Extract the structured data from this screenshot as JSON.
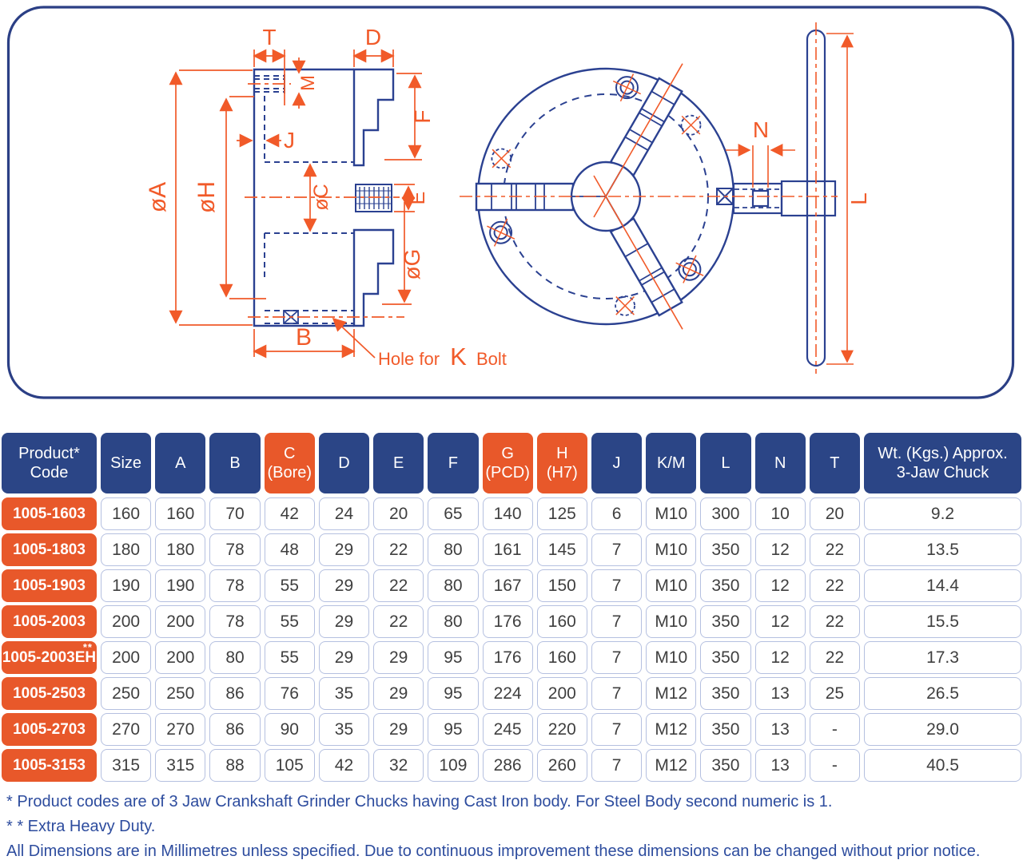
{
  "drawing": {
    "dim_labels": {
      "T": "T",
      "D": "D",
      "M": "M",
      "J": "J",
      "F": "F",
      "A": "øA",
      "H": "øH",
      "C": "øC",
      "E": "E",
      "G": "øG",
      "B": "B",
      "N": "N",
      "L": "L"
    },
    "k_note": {
      "prefix": "Hole for",
      "bolt_dim": "K",
      "suffix": "Bolt"
    },
    "colors": {
      "line_blue": "#2b4191",
      "dim_orange": "#f15a29",
      "panel_border": "#2b3f85"
    }
  },
  "table": {
    "headers": [
      {
        "id": "product-code",
        "lines": [
          "Product*",
          "Code"
        ],
        "accent": false
      },
      {
        "id": "size",
        "lines": [
          "Size"
        ],
        "accent": false
      },
      {
        "id": "a",
        "lines": [
          "A"
        ],
        "accent": false
      },
      {
        "id": "b",
        "lines": [
          "B"
        ],
        "accent": false
      },
      {
        "id": "c-bore",
        "lines": [
          "C",
          "(Bore)"
        ],
        "accent": true
      },
      {
        "id": "d",
        "lines": [
          "D"
        ],
        "accent": false
      },
      {
        "id": "e",
        "lines": [
          "E"
        ],
        "accent": false
      },
      {
        "id": "f",
        "lines": [
          "F"
        ],
        "accent": false
      },
      {
        "id": "g-pcd",
        "lines": [
          "G",
          "(PCD)"
        ],
        "accent": true
      },
      {
        "id": "h-h7",
        "lines": [
          "H",
          "(H7)"
        ],
        "accent": true
      },
      {
        "id": "j",
        "lines": [
          "J"
        ],
        "accent": false
      },
      {
        "id": "k-m",
        "lines": [
          "K/M"
        ],
        "accent": false
      },
      {
        "id": "l",
        "lines": [
          "L"
        ],
        "accent": false
      },
      {
        "id": "n",
        "lines": [
          "N"
        ],
        "accent": false
      },
      {
        "id": "t",
        "lines": [
          "T"
        ],
        "accent": false
      },
      {
        "id": "weight",
        "lines": [
          "Wt. (Kgs.) Approx.",
          "3-Jaw Chuck"
        ],
        "accent": false
      }
    ],
    "rows": [
      {
        "code": "1005-1603",
        "sup": "",
        "values": [
          "160",
          "160",
          "70",
          "42",
          "24",
          "20",
          "65",
          "140",
          "125",
          "6",
          "M10",
          "300",
          "10",
          "20",
          "9.2"
        ]
      },
      {
        "code": "1005-1803",
        "sup": "",
        "values": [
          "180",
          "180",
          "78",
          "48",
          "29",
          "22",
          "80",
          "161",
          "145",
          "7",
          "M10",
          "350",
          "12",
          "22",
          "13.5"
        ]
      },
      {
        "code": "1005-1903",
        "sup": "",
        "values": [
          "190",
          "190",
          "78",
          "55",
          "29",
          "22",
          "80",
          "167",
          "150",
          "7",
          "M10",
          "350",
          "12",
          "22",
          "14.4"
        ]
      },
      {
        "code": "1005-2003",
        "sup": "",
        "values": [
          "200",
          "200",
          "78",
          "55",
          "29",
          "22",
          "80",
          "176",
          "160",
          "7",
          "M10",
          "350",
          "12",
          "22",
          "15.5"
        ]
      },
      {
        "code": "1005-2003EH",
        "sup": "**",
        "values": [
          "200",
          "200",
          "80",
          "55",
          "29",
          "29",
          "95",
          "176",
          "160",
          "7",
          "M10",
          "350",
          "12",
          "22",
          "17.3"
        ]
      },
      {
        "code": "1005-2503",
        "sup": "",
        "values": [
          "250",
          "250",
          "86",
          "76",
          "35",
          "29",
          "95",
          "224",
          "200",
          "7",
          "M12",
          "350",
          "13",
          "25",
          "26.5"
        ]
      },
      {
        "code": "1005-2703",
        "sup": "",
        "values": [
          "270",
          "270",
          "86",
          "90",
          "35",
          "29",
          "95",
          "245",
          "220",
          "7",
          "M12",
          "350",
          "13",
          "-",
          "29.0"
        ]
      },
      {
        "code": "1005-3153",
        "sup": "",
        "values": [
          "315",
          "315",
          "88",
          "105",
          "42",
          "32",
          "109",
          "286",
          "260",
          "7",
          "M12",
          "350",
          "13",
          "-",
          "40.5"
        ]
      }
    ]
  },
  "footnotes": {
    "line1": "* Product codes are of 3 Jaw Crankshaft Grinder Chucks having Cast Iron body. For Steel Body second numeric is 1.",
    "line2": "* * Extra Heavy Duty.",
    "line3": "All Dimensions are in Millimetres unless specified. Due to continuous improvement these dimensions can be changed without prior notice."
  }
}
